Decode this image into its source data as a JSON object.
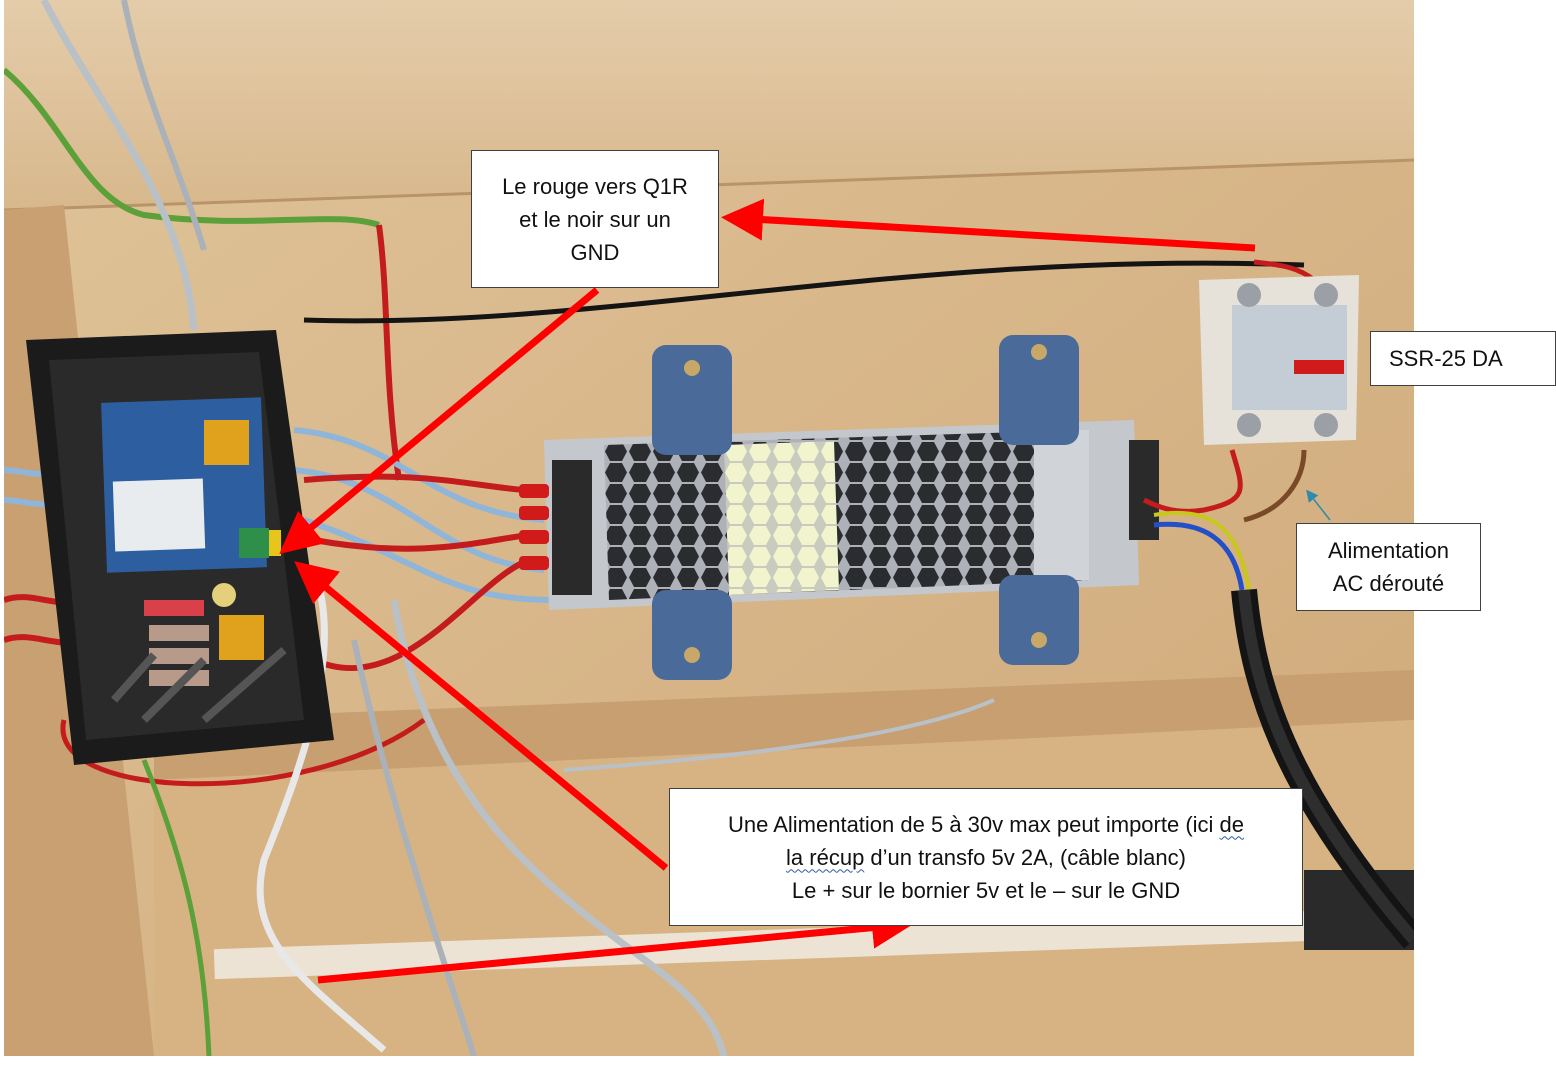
{
  "image_description": "",
  "colors": {
    "arrow": "#ff0000",
    "callout_border": "#404040",
    "wood": "#d9b98c",
    "wire_red": "#d11a1a",
    "wire_black": "#141414",
    "wire_blue": "#8fb6d8",
    "enclosure": "#1b1b1b",
    "psu_metal": "#b8bcc2",
    "bracket_blue": "#4a6a9a",
    "ssr_body": "#e6e2da"
  },
  "callouts": {
    "q1r": {
      "lines": [
        "Le rouge vers Q1R",
        "et le noir sur un",
        "GND"
      ]
    },
    "ssr": {
      "lines": [
        "SSR-25 DA"
      ]
    },
    "ac": {
      "lines": [
        "Alimentation",
        "AC dérouté"
      ]
    },
    "power": {
      "line1_a": "Une Alimentation de 5 à 30v max peut importe (ici ",
      "line1_b": "de",
      "line2_a": "la récup",
      "line2_b": " d’un transfo 5v 2A, (câble blanc)",
      "line3": "Le + sur le bornier 5v et le – sur le GND"
    }
  },
  "icons": {
    "arrow": "red-arrow-icon",
    "thin_arrow": "teal-arrow-icon"
  }
}
